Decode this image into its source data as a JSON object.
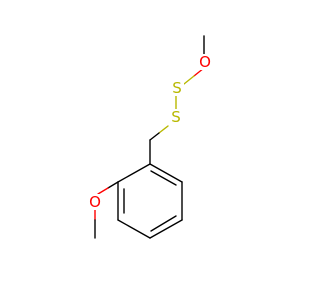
{
  "molecule": {
    "atoms": {
      "o1": {
        "symbol": "O",
        "color": "#ff0000"
      },
      "s1": {
        "symbol": "S",
        "color": "#b8b800"
      },
      "s2": {
        "symbol": "S",
        "color": "#b8b800"
      },
      "o2": {
        "symbol": "O",
        "color": "#ff0000"
      }
    },
    "bond_color": "#000000"
  }
}
